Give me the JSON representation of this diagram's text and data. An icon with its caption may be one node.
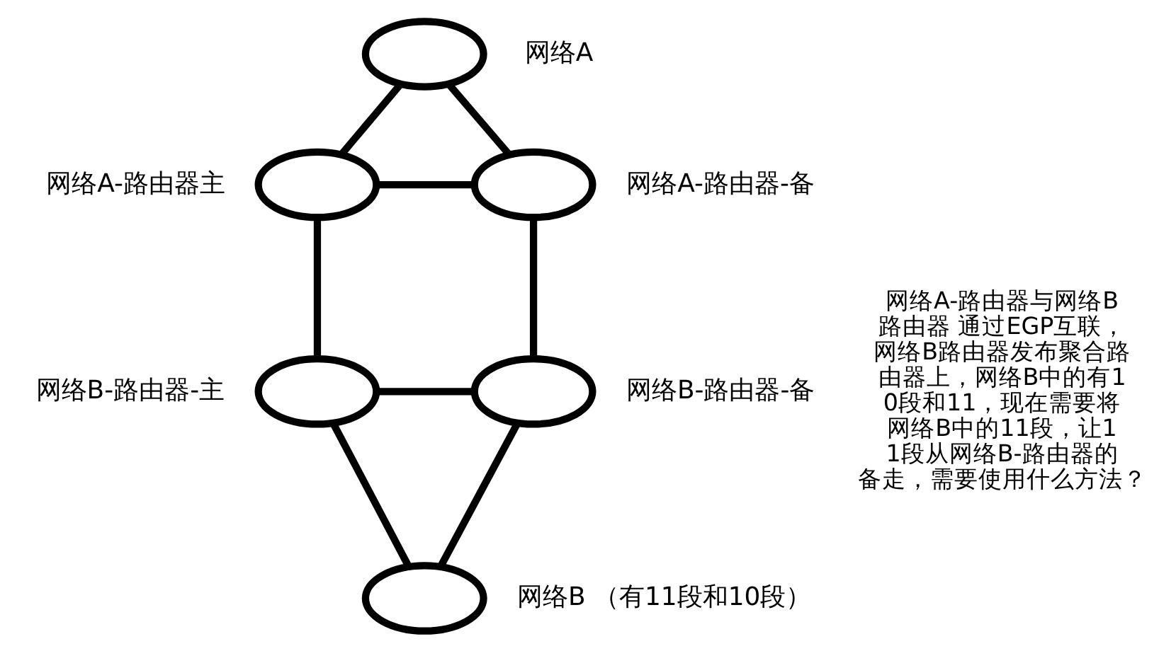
{
  "diagram": {
    "nodes": [
      {
        "text": [],
        "shape": "ellipse",
        "beside": [
          "网络A"
        ]
      },
      {
        "text": [],
        "shape": "ellipse",
        "beside": [
          "网络A-路由器主"
        ]
      },
      {
        "text": [],
        "shape": "ellipse",
        "beside": [
          "网络A-路由器-备"
        ]
      },
      {
        "text": [],
        "shape": "ellipse",
        "beside": [
          "网络B-路由器-主"
        ]
      },
      {
        "text": [],
        "shape": "ellipse",
        "beside": [
          "网络B-路由器-备"
        ]
      },
      {
        "text": [],
        "shape": "ellipse",
        "beside": [
          "网络B （有11段和10段）"
        ]
      }
    ],
    "edges": [
      {
        "from": 0,
        "to": 1,
        "arrow": "none"
      },
      {
        "from": 0,
        "to": 2,
        "arrow": "none"
      },
      {
        "from": 1,
        "to": 2,
        "arrow": "none"
      },
      {
        "from": 1,
        "to": 3,
        "arrow": "none"
      },
      {
        "from": 2,
        "to": 4,
        "arrow": "none"
      },
      {
        "from": 3,
        "to": 4,
        "arrow": "none"
      },
      {
        "from": 3,
        "to": 5,
        "arrow": "none"
      },
      {
        "from": 4,
        "to": 5,
        "arrow": "none"
      }
    ],
    "labels": [
      "网络A-路由器与网络B路由器 通过EGP互联，网络B路由器发布聚合路由器上，网络B中的有10段和11，现在需要将网络B中的11段，让11段从网络B-路由器的备走，需要使用什么方法？"
    ]
  }
}
